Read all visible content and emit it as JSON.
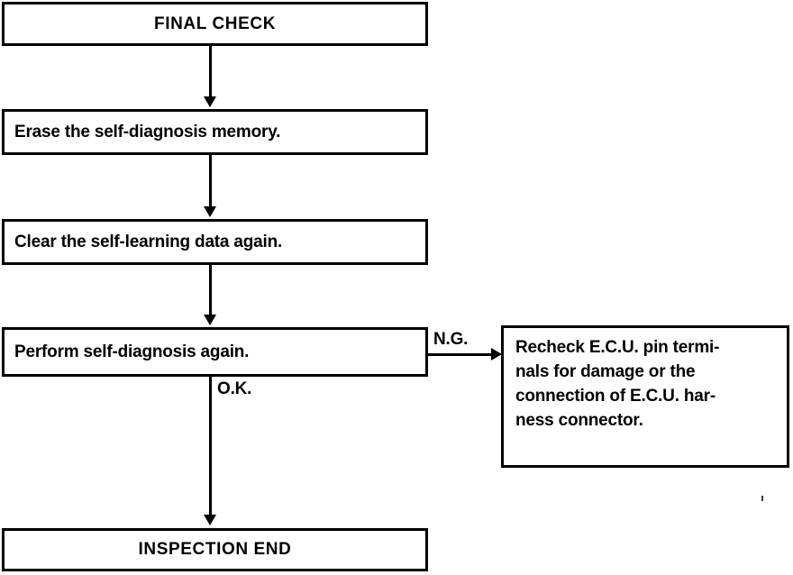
{
  "diagram": {
    "title": "FINAL CHECK",
    "nodes": [
      {
        "id": "final-check",
        "label": "FINAL CHECK",
        "align": "center"
      },
      {
        "id": "erase-memory",
        "label": "Erase the self-diagnosis memory.",
        "align": "left"
      },
      {
        "id": "clear-learning-data",
        "label": "Clear the self-learning data again.",
        "align": "left"
      },
      {
        "id": "perform-self-diagnosis",
        "label": "Perform self-diagnosis again.",
        "align": "left"
      },
      {
        "id": "recheck-ecu",
        "label": "Recheck E.C.U. pin termi-\nnals for damage or the\nconnection of E.C.U. har-\nness connector.",
        "align": "left"
      },
      {
        "id": "inspection-end",
        "label": "INSPECTION END",
        "align": "center"
      }
    ],
    "edge_labels": {
      "ng": "N.G.",
      "ok": "O.K."
    },
    "colors": {
      "line": "#000000",
      "background": "#ffffff",
      "text": "#000000"
    }
  }
}
